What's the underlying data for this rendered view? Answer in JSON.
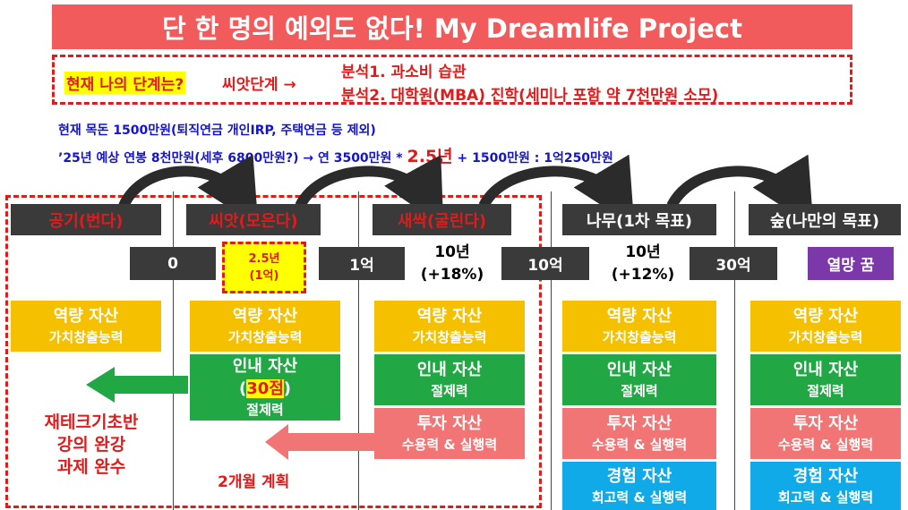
{
  "title": "단 한 명의 예외도 없다! My Dreamlife Project",
  "stage_box": {
    "question": "현재 나의 단계는?",
    "current": "씨앗단계 →",
    "analysis1": "분석1. 과소비 습관",
    "analysis2": "분석2. 대학원(MBA) 진학(세미나 포함 약 7천만원 소모)"
  },
  "info": {
    "line1": "현재 목돈 1500만원(퇴직연금 개인IRP, 주택연금 등 제외)",
    "line2_a": "’25년 예상 연봉 8천만원(세후 6800만원?) → 연 3500만원 * ",
    "line2_b": "2.5년",
    "line2_c": " + 1500만원 : 1억250만원"
  },
  "stages": [
    {
      "label": "공기(번다)",
      "amount": "0"
    },
    {
      "label": "씨앗(모은다)",
      "period": "2.5년",
      "period_target": "(1억)",
      "amount": "1억"
    },
    {
      "label": "새싹(굴린다)",
      "period": "10년",
      "rate": "(+18%)",
      "amount": "10억"
    },
    {
      "label": "나무(1차 목표)",
      "period": "10년",
      "rate": "(+12%)",
      "amount": "30억"
    },
    {
      "label": "숲(나만의 목표)",
      "amount": "열망 꿈"
    }
  ],
  "assets": {
    "capability_title": "역량 자산",
    "capability_sub": "가치창출능력",
    "patience_title": "인내 자산",
    "patience_score": "30점",
    "patience_sub": "절제력",
    "invest_title": "투자 자산",
    "invest_sub": "수용력 & 실행력",
    "exp_title": "경험 자산",
    "exp_sub": "회고력 & 실행력"
  },
  "footer_left": [
    "재테크기초반",
    "강의 완강",
    "과제 완수"
  ],
  "plan": "2개월 계획",
  "colors": {
    "title_bg": "#f15b5b",
    "accent_red": "#e01b1b",
    "blue_text": "#1414c8",
    "dark_box": "#3a3a3a",
    "capability": "#f5c000",
    "patience": "#21a845",
    "invest": "#f27575",
    "experience": "#11aae8",
    "dream": "#7a38a8",
    "highlight": "#ffff00"
  }
}
